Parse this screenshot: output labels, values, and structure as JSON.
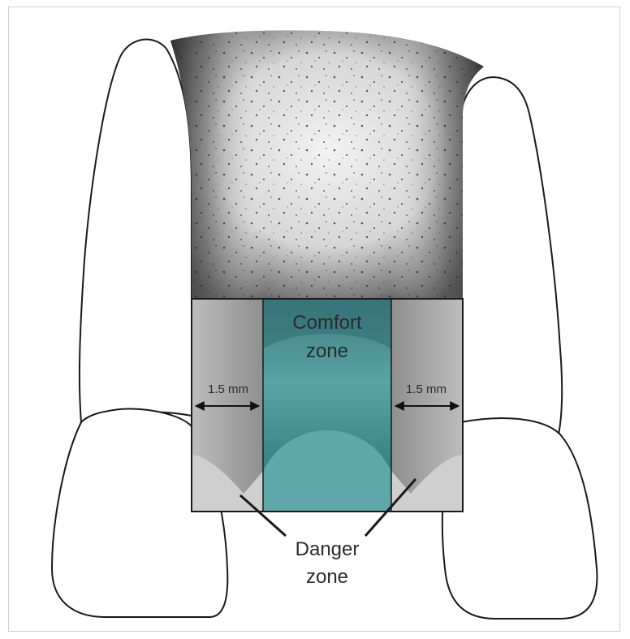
{
  "labels": {
    "comfort_line1": "Comfort",
    "comfort_line2": "zone",
    "measure_left": "1.5 mm",
    "measure_right": "1.5 mm",
    "danger_line1": "Danger",
    "danger_line2": "zone"
  },
  "colors": {
    "comfort_teal": "#4f9ea0",
    "comfort_teal_dark": "#2d6f73",
    "danger_gray": "#a9a9a9",
    "bone_gray": "#8a8a8a",
    "outline": "#1a1a1a"
  }
}
